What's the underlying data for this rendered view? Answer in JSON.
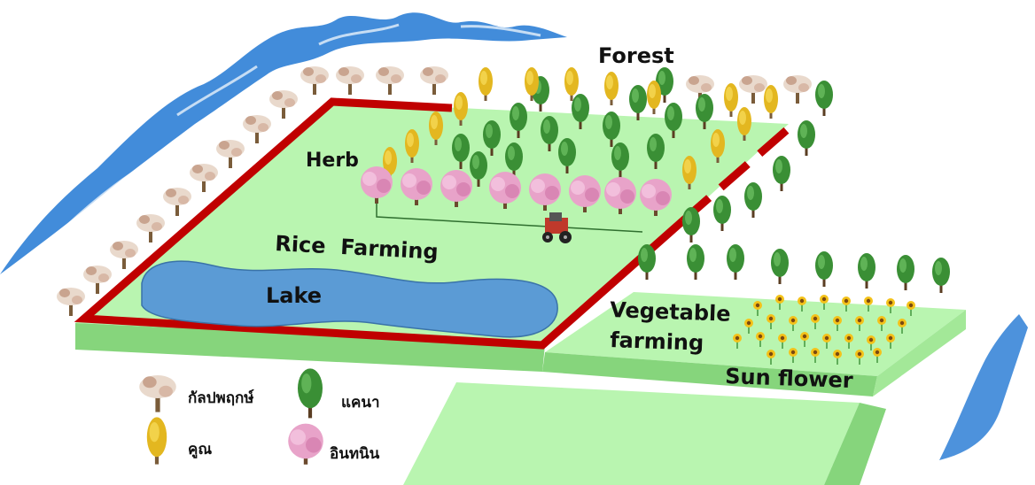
{
  "labels": {
    "forest": "Forest",
    "herb": "Herb",
    "rice_farming": "Rice  Farming",
    "lake": "Lake",
    "vegetable": "Vegetable",
    "farming": "farming",
    "sunflower": "Sun flower"
  },
  "legend": {
    "tree1": "กัลปพฤกษ์",
    "tree2": "แคนา",
    "tree3": "คูณ",
    "tree4": "อินทนิน"
  },
  "colors": {
    "field": "#b9f5b0",
    "field_side": "#86d57c",
    "border": "#c00000",
    "lake": "#5b9bd5",
    "mountain": "#2e7fd6",
    "yellow_tree": "#e3b720",
    "pink_tree": "#e8a3c9",
    "green_tree": "#3a8f35"
  },
  "icons": [
    "mountain-icon",
    "tractor-icon",
    "sunflower-icon",
    "tree-icon"
  ]
}
